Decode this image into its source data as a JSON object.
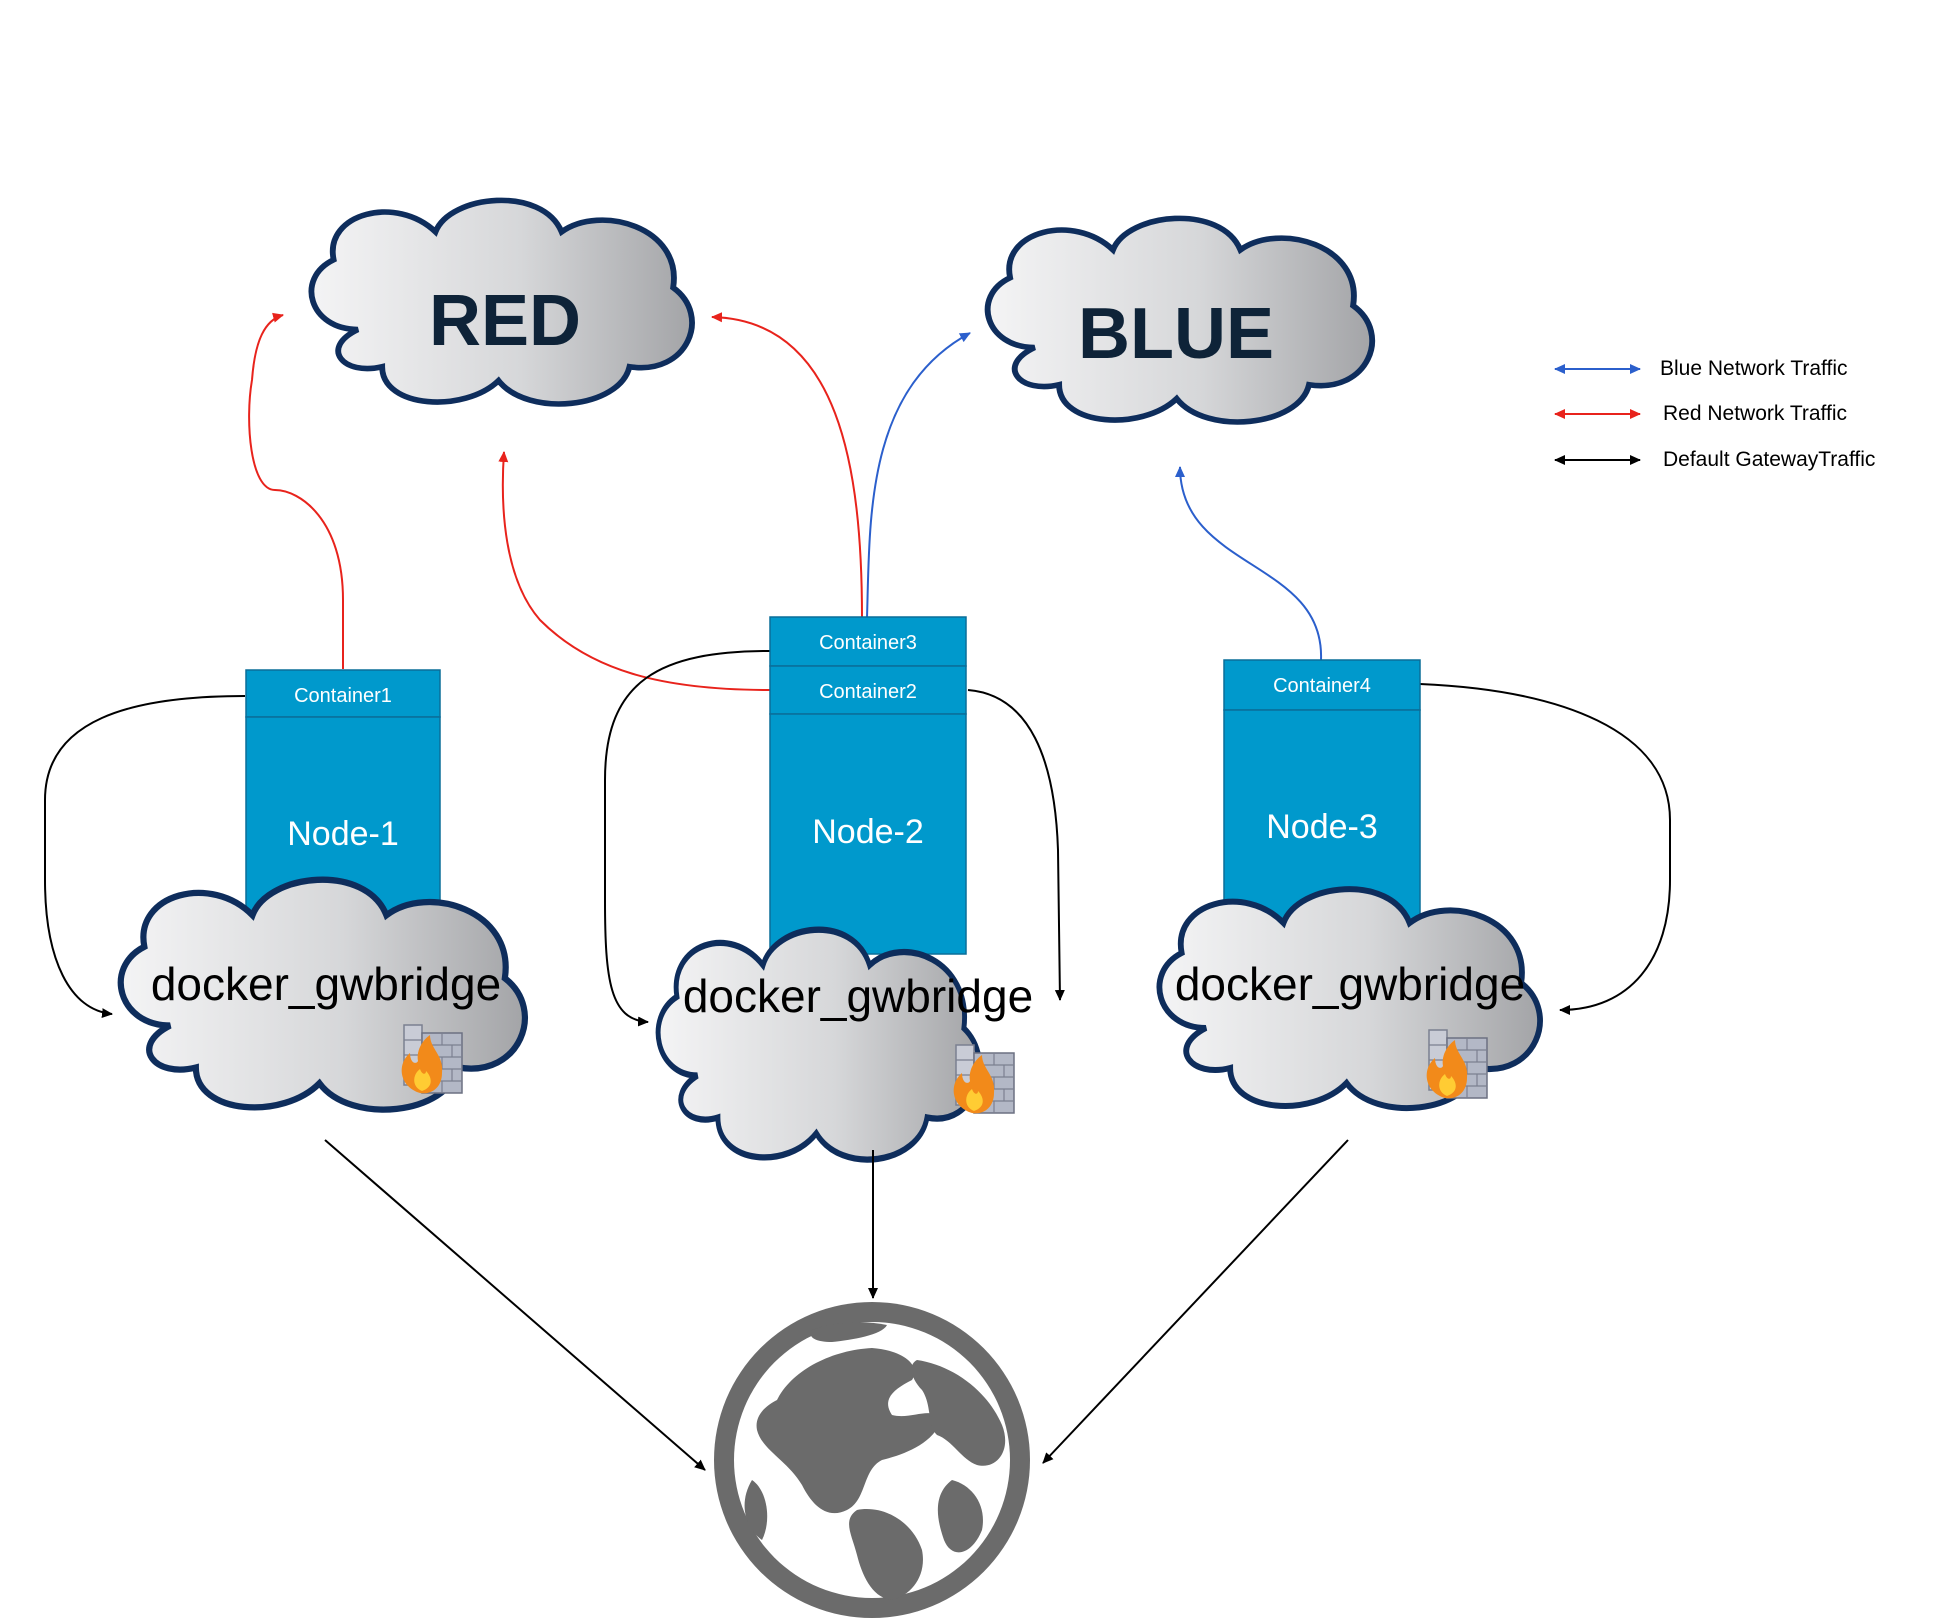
{
  "networks": {
    "red": {
      "label": "RED"
    },
    "blue": {
      "label": "BLUE"
    }
  },
  "nodes": [
    {
      "label": "Node-1",
      "containers": [
        "Container1"
      ],
      "bridge": "docker_gwbridge"
    },
    {
      "label": "Node-2",
      "containers": [
        "Container3",
        "Container2"
      ],
      "bridge": "docker_gwbridge"
    },
    {
      "label": "Node-3",
      "containers": [
        "Container4"
      ],
      "bridge": "docker_gwbridge"
    }
  ],
  "legend": [
    {
      "label": "Blue Network Traffic",
      "color": "#2b5fcc"
    },
    {
      "label": "Red Network Traffic",
      "color": "#e8231c"
    },
    {
      "label": "Default GatewayTraffic",
      "color": "#000000"
    }
  ],
  "colors": {
    "node_fill": "#0099cc",
    "cloud_stroke": "#0e2d5c",
    "globe": "#6b6b6b"
  },
  "icons": {
    "firewall": "firewall-icon",
    "internet": "globe-icon"
  }
}
